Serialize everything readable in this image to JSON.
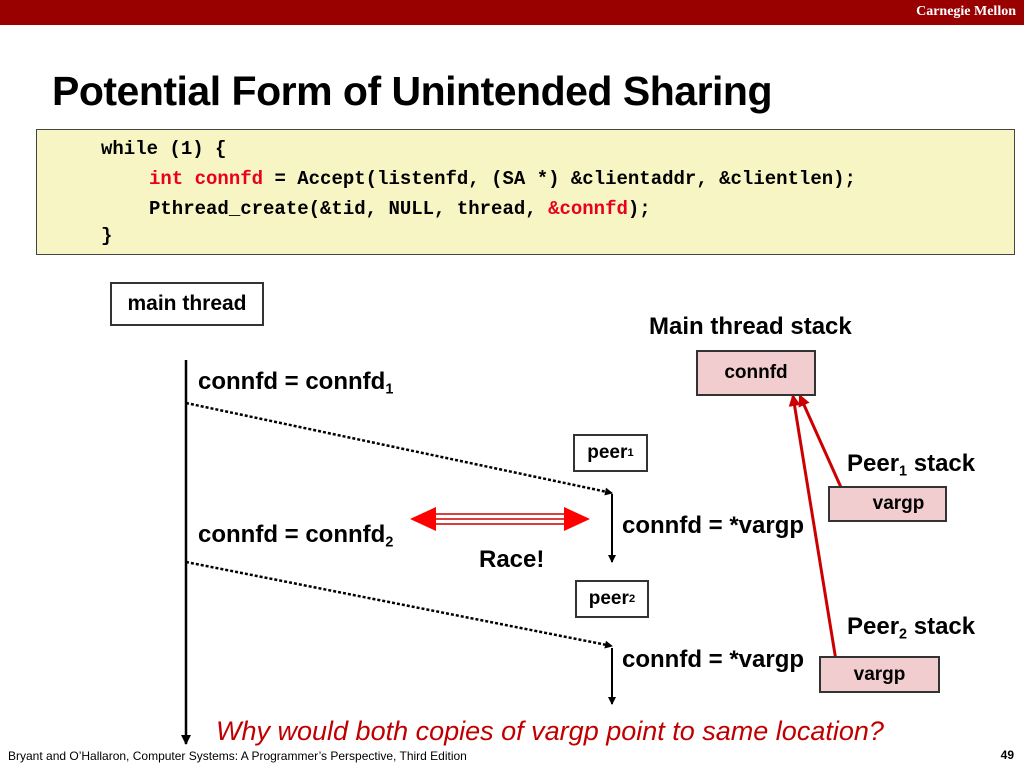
{
  "header": {
    "brand": "Carnegie Mellon"
  },
  "title": "Potential Form of Unintended Sharing",
  "code": {
    "line1": "while (1) {",
    "line2_int": "int",
    "line2_connfd": "connfd",
    "line2_rest": " = Accept(listenfd, (SA *) &clientaddr, &clientlen);",
    "line3_start": "Pthread_create(&tid, NULL, thread, ",
    "line3_arg": "&connfd",
    "line3_end": ");",
    "line4": "}"
  },
  "diagram": {
    "main_thread_label": "main thread",
    "main_stack_title": "Main thread stack",
    "main_stack_cell": "connfd",
    "assign1_text": "connfd = connfd",
    "assign1_sub": "1",
    "assign2_text": "connfd = connfd",
    "assign2_sub": "2",
    "peer1_text": "peer",
    "peer1_sub": "1",
    "peer2_text": "peer",
    "peer2_sub": "2",
    "peer_assign1": "connfd = *vargp",
    "peer_assign2": "connfd = *vargp",
    "race_label": "Race!",
    "peer1_stack_prefix": "Peer",
    "peer1_stack_sub": "1",
    "peer1_stack_suffix": " stack",
    "peer2_stack_prefix": "Peer",
    "peer2_stack_sub": "2",
    "peer2_stack_suffix": " stack",
    "peer1_vargp": "vargp",
    "peer2_vargp": "vargp"
  },
  "question": "Why would both copies of vargp point to same location?",
  "footer": "Bryant and O’Hallaron, Computer Systems: A Programmer’s Perspective, Third Edition",
  "page_number": "49",
  "colors": {
    "header_bar": "#990000",
    "code_bg": "#f7f5c3",
    "keyword_red": "#e8001c",
    "stack_pink": "#f2cdd0",
    "arrow_red": "#cc0000"
  }
}
